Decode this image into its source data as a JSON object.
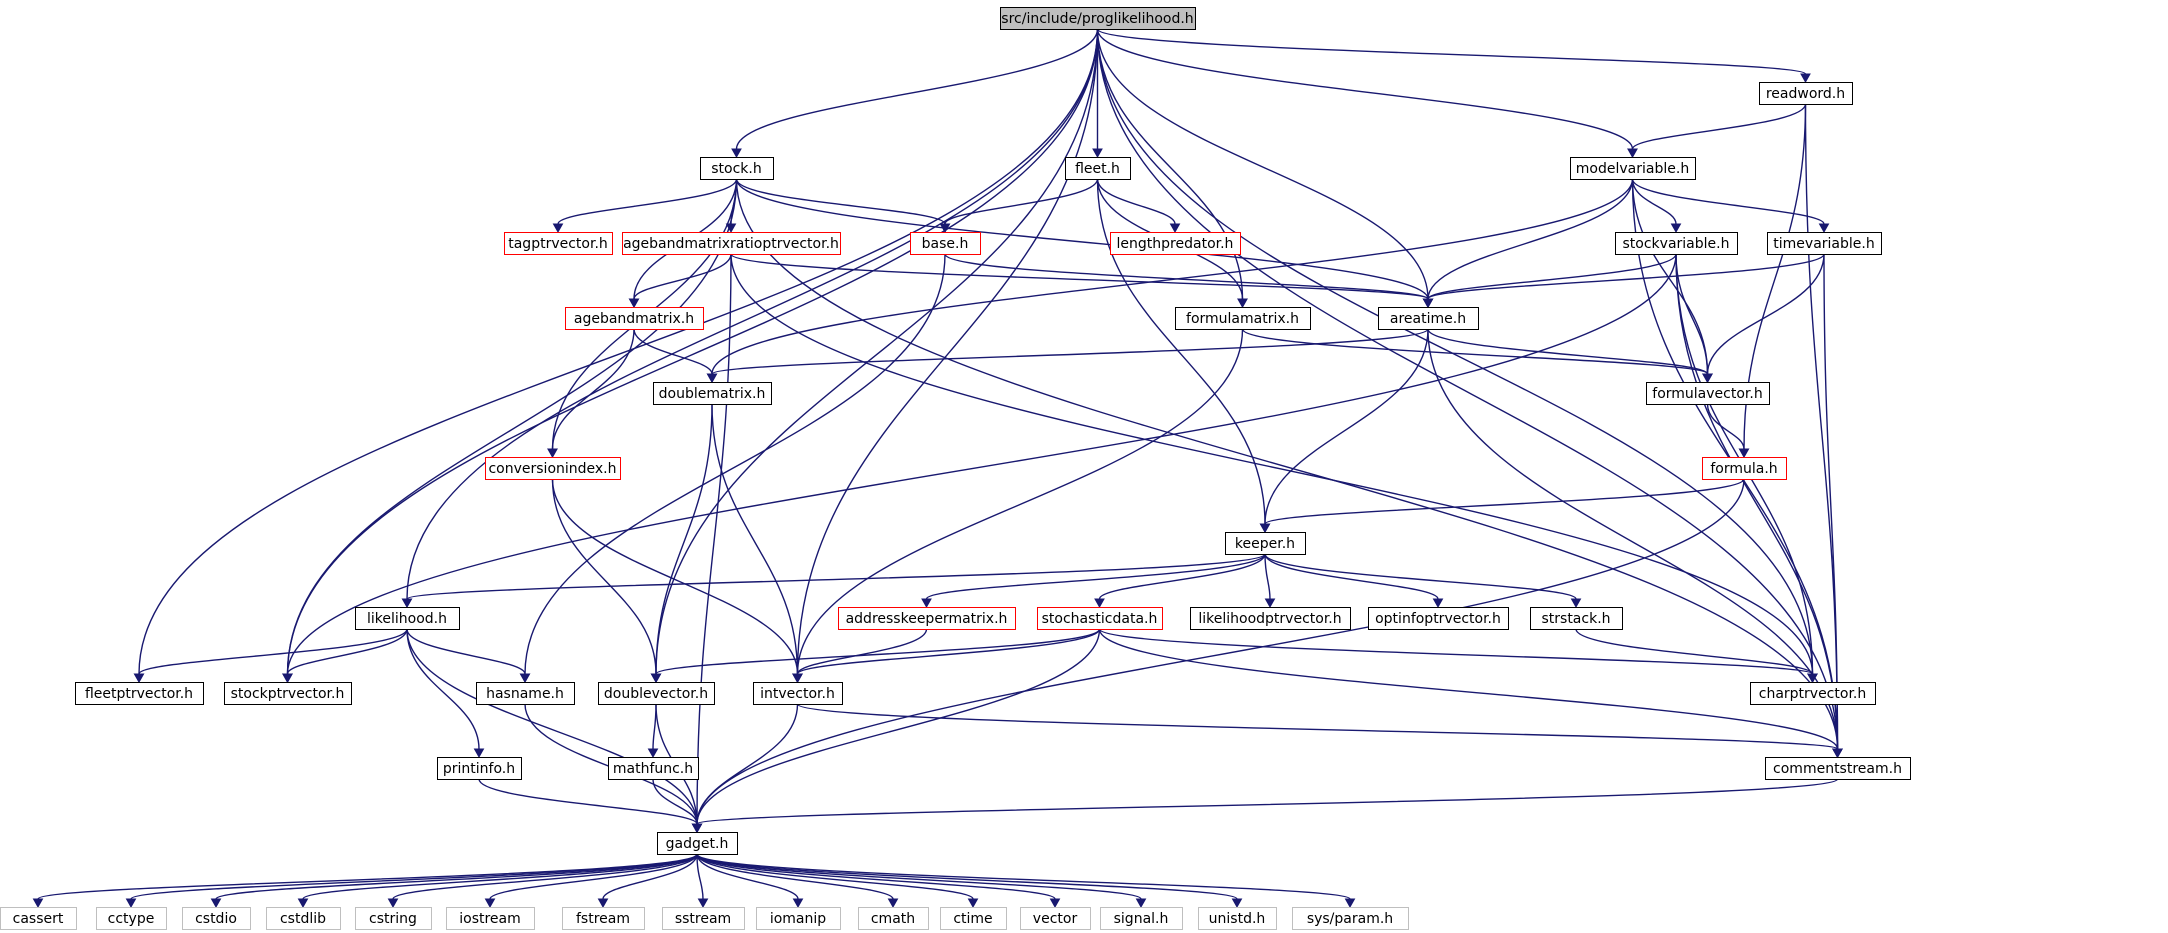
{
  "nodes": [
    {
      "id": "proglikelihood",
      "label": "src/include/proglikelihood.h",
      "style": "root"
    },
    {
      "id": "readword",
      "label": "readword.h",
      "style": "normal"
    },
    {
      "id": "stock",
      "label": "stock.h",
      "style": "normal"
    },
    {
      "id": "fleet",
      "label": "fleet.h",
      "style": "normal"
    },
    {
      "id": "modelvariable",
      "label": "modelvariable.h",
      "style": "normal"
    },
    {
      "id": "tagptrvector",
      "label": "tagptrvector.h",
      "style": "truncated"
    },
    {
      "id": "agebandmatrixratioptrvector",
      "label": "agebandmatrixratioptrvector.h",
      "style": "truncated"
    },
    {
      "id": "base",
      "label": "base.h",
      "style": "truncated"
    },
    {
      "id": "lengthpredator",
      "label": "lengthpredator.h",
      "style": "truncated"
    },
    {
      "id": "stockvariable",
      "label": "stockvariable.h",
      "style": "normal"
    },
    {
      "id": "timevariable",
      "label": "timevariable.h",
      "style": "normal"
    },
    {
      "id": "agebandmatrix",
      "label": "agebandmatrix.h",
      "style": "truncated"
    },
    {
      "id": "formulamatrix",
      "label": "formulamatrix.h",
      "style": "normal"
    },
    {
      "id": "areatime",
      "label": "areatime.h",
      "style": "normal"
    },
    {
      "id": "doublematrix",
      "label": "doublematrix.h",
      "style": "normal"
    },
    {
      "id": "formulavector",
      "label": "formulavector.h",
      "style": "normal"
    },
    {
      "id": "conversionindex",
      "label": "conversionindex.h",
      "style": "truncated"
    },
    {
      "id": "formula",
      "label": "formula.h",
      "style": "truncated"
    },
    {
      "id": "keeper",
      "label": "keeper.h",
      "style": "normal"
    },
    {
      "id": "likelihood",
      "label": "likelihood.h",
      "style": "normal"
    },
    {
      "id": "addresskeepermatrix",
      "label": "addresskeepermatrix.h",
      "style": "truncated"
    },
    {
      "id": "stochasticdata",
      "label": "stochasticdata.h",
      "style": "truncated"
    },
    {
      "id": "likelihoodptrvector",
      "label": "likelihoodptrvector.h",
      "style": "normal"
    },
    {
      "id": "optinfoptrvector",
      "label": "optinfoptrvector.h",
      "style": "normal"
    },
    {
      "id": "strstack",
      "label": "strstack.h",
      "style": "normal"
    },
    {
      "id": "fleetptrvector",
      "label": "fleetptrvector.h",
      "style": "normal"
    },
    {
      "id": "stockptrvector",
      "label": "stockptrvector.h",
      "style": "normal"
    },
    {
      "id": "hasname",
      "label": "hasname.h",
      "style": "normal"
    },
    {
      "id": "doublevector",
      "label": "doublevector.h",
      "style": "normal"
    },
    {
      "id": "intvector",
      "label": "intvector.h",
      "style": "normal"
    },
    {
      "id": "charptrvector",
      "label": "charptrvector.h",
      "style": "normal"
    },
    {
      "id": "printinfo",
      "label": "printinfo.h",
      "style": "normal"
    },
    {
      "id": "mathfunc",
      "label": "mathfunc.h",
      "style": "normal"
    },
    {
      "id": "commentstream",
      "label": "commentstream.h",
      "style": "normal"
    },
    {
      "id": "gadget",
      "label": "gadget.h",
      "style": "normal"
    },
    {
      "id": "cassert",
      "label": "cassert",
      "style": "system"
    },
    {
      "id": "cctype",
      "label": "cctype",
      "style": "system"
    },
    {
      "id": "cstdio",
      "label": "cstdio",
      "style": "system"
    },
    {
      "id": "cstdlib",
      "label": "cstdlib",
      "style": "system"
    },
    {
      "id": "cstring",
      "label": "cstring",
      "style": "system"
    },
    {
      "id": "iostream",
      "label": "iostream",
      "style": "system"
    },
    {
      "id": "fstream",
      "label": "fstream",
      "style": "system"
    },
    {
      "id": "sstream",
      "label": "sstream",
      "style": "system"
    },
    {
      "id": "iomanip",
      "label": "iomanip",
      "style": "system"
    },
    {
      "id": "cmath",
      "label": "cmath",
      "style": "system"
    },
    {
      "id": "ctime",
      "label": "ctime",
      "style": "system"
    },
    {
      "id": "vector",
      "label": "vector",
      "style": "system"
    },
    {
      "id": "signal",
      "label": "signal.h",
      "style": "system"
    },
    {
      "id": "unistd",
      "label": "unistd.h",
      "style": "system"
    },
    {
      "id": "sysparam",
      "label": "sys/param.h",
      "style": "system"
    }
  ],
  "edges": [
    [
      "proglikelihood",
      "stock"
    ],
    [
      "proglikelihood",
      "fleet"
    ],
    [
      "proglikelihood",
      "readword"
    ],
    [
      "proglikelihood",
      "modelvariable"
    ],
    [
      "proglikelihood",
      "formulamatrix"
    ],
    [
      "proglikelihood",
      "areatime"
    ],
    [
      "proglikelihood",
      "likelihood"
    ],
    [
      "proglikelihood",
      "fleetptrvector"
    ],
    [
      "proglikelihood",
      "stockptrvector"
    ],
    [
      "proglikelihood",
      "doublevector"
    ],
    [
      "proglikelihood",
      "intvector"
    ],
    [
      "proglikelihood",
      "charptrvector"
    ],
    [
      "proglikelihood",
      "commentstream"
    ],
    [
      "readword",
      "modelvariable"
    ],
    [
      "readword",
      "formula"
    ],
    [
      "readword",
      "commentstream"
    ],
    [
      "stock",
      "tagptrvector"
    ],
    [
      "stock",
      "agebandmatrixratioptrvector"
    ],
    [
      "stock",
      "base"
    ],
    [
      "stock",
      "agebandmatrix"
    ],
    [
      "stock",
      "areatime"
    ],
    [
      "stock",
      "conversionindex"
    ],
    [
      "stock",
      "stockptrvector"
    ],
    [
      "stock",
      "commentstream"
    ],
    [
      "fleet",
      "base"
    ],
    [
      "fleet",
      "lengthpredator"
    ],
    [
      "fleet",
      "formulamatrix"
    ],
    [
      "fleet",
      "keeper"
    ],
    [
      "modelvariable",
      "stockvariable"
    ],
    [
      "modelvariable",
      "timevariable"
    ],
    [
      "modelvariable",
      "areatime"
    ],
    [
      "modelvariable",
      "formulavector"
    ],
    [
      "modelvariable",
      "doublematrix"
    ],
    [
      "modelvariable",
      "commentstream"
    ],
    [
      "agebandmatrixratioptrvector",
      "agebandmatrix"
    ],
    [
      "agebandmatrixratioptrvector",
      "areatime"
    ],
    [
      "agebandmatrixratioptrvector",
      "charptrvector"
    ],
    [
      "agebandmatrixratioptrvector",
      "gadget"
    ],
    [
      "base",
      "areatime"
    ],
    [
      "base",
      "hasname"
    ],
    [
      "stockvariable",
      "areatime"
    ],
    [
      "stockvariable",
      "formulavector"
    ],
    [
      "stockvariable",
      "stockptrvector"
    ],
    [
      "stockvariable",
      "charptrvector"
    ],
    [
      "stockvariable",
      "commentstream"
    ],
    [
      "timevariable",
      "areatime"
    ],
    [
      "timevariable",
      "formulavector"
    ],
    [
      "timevariable",
      "commentstream"
    ],
    [
      "agebandmatrix",
      "doublematrix"
    ],
    [
      "agebandmatrix",
      "conversionindex"
    ],
    [
      "formulamatrix",
      "formulavector"
    ],
    [
      "formulamatrix",
      "intvector"
    ],
    [
      "areatime",
      "doublematrix"
    ],
    [
      "areatime",
      "formulavector"
    ],
    [
      "areatime",
      "keeper"
    ],
    [
      "areatime",
      "commentstream"
    ],
    [
      "doublematrix",
      "doublevector"
    ],
    [
      "doublematrix",
      "intvector"
    ],
    [
      "formulavector",
      "formula"
    ],
    [
      "conversionindex",
      "doublevector"
    ],
    [
      "conversionindex",
      "intvector"
    ],
    [
      "formula",
      "keeper"
    ],
    [
      "formula",
      "gadget"
    ],
    [
      "keeper",
      "likelihood"
    ],
    [
      "keeper",
      "addresskeepermatrix"
    ],
    [
      "keeper",
      "stochasticdata"
    ],
    [
      "keeper",
      "likelihoodptrvector"
    ],
    [
      "keeper",
      "optinfoptrvector"
    ],
    [
      "keeper",
      "strstack"
    ],
    [
      "likelihood",
      "fleetptrvector"
    ],
    [
      "likelihood",
      "stockptrvector"
    ],
    [
      "likelihood",
      "hasname"
    ],
    [
      "likelihood",
      "printinfo"
    ],
    [
      "likelihood",
      "gadget"
    ],
    [
      "addresskeepermatrix",
      "intvector"
    ],
    [
      "stochasticdata",
      "doublevector"
    ],
    [
      "stochasticdata",
      "intvector"
    ],
    [
      "stochasticdata",
      "charptrvector"
    ],
    [
      "stochasticdata",
      "commentstream"
    ],
    [
      "stochasticdata",
      "gadget"
    ],
    [
      "strstack",
      "charptrvector"
    ],
    [
      "hasname",
      "gadget"
    ],
    [
      "doublevector",
      "mathfunc"
    ],
    [
      "doublevector",
      "gadget"
    ],
    [
      "intvector",
      "gadget"
    ],
    [
      "intvector",
      "commentstream"
    ],
    [
      "printinfo",
      "gadget"
    ],
    [
      "mathfunc",
      "gadget"
    ],
    [
      "commentstream",
      "gadget"
    ],
    [
      "gadget",
      "cassert"
    ],
    [
      "gadget",
      "cctype"
    ],
    [
      "gadget",
      "cstdio"
    ],
    [
      "gadget",
      "cstdlib"
    ],
    [
      "gadget",
      "cstring"
    ],
    [
      "gadget",
      "iostream"
    ],
    [
      "gadget",
      "fstream"
    ],
    [
      "gadget",
      "sstream"
    ],
    [
      "gadget",
      "iomanip"
    ],
    [
      "gadget",
      "cmath"
    ],
    [
      "gadget",
      "ctime"
    ],
    [
      "gadget",
      "vector"
    ],
    [
      "gadget",
      "signal"
    ],
    [
      "gadget",
      "unistd"
    ],
    [
      "gadget",
      "sysparam"
    ]
  ],
  "colors": {
    "edge": "#191970",
    "normal_border": "#000000",
    "truncated_border": "#ff0000",
    "system_border": "#bfbfbf",
    "root_fill": "#bfbfbf",
    "text": "#000000",
    "system_text": "#7f7f7f"
  }
}
